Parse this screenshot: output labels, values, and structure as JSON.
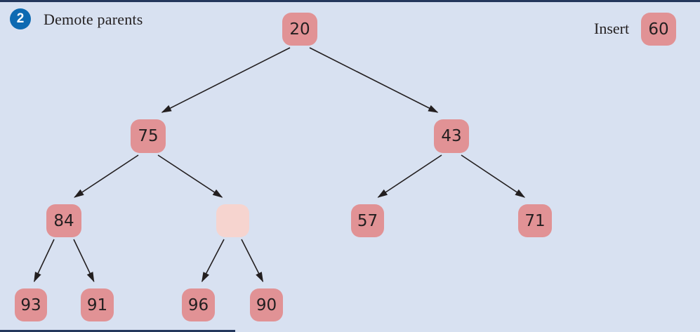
{
  "panel": {
    "step_number": "2",
    "step_label": "Demote parents",
    "insert_label": "Insert",
    "insert_value": "60"
  },
  "colors": {
    "background": "#d8e1f1",
    "node_fill": "#e19295",
    "node_empty_fill": "#f6d4cf",
    "badge_blue": "#0d6ab2",
    "border_navy": "#24375c",
    "text": "#231f20",
    "arrow": "#231f20"
  },
  "tree": {
    "nodes": [
      {
        "id": "n20",
        "value": "20"
      },
      {
        "id": "n75",
        "value": "75"
      },
      {
        "id": "n43",
        "value": "43"
      },
      {
        "id": "n84",
        "value": "84"
      },
      {
        "id": "nEmpty",
        "value": ""
      },
      {
        "id": "n57",
        "value": "57"
      },
      {
        "id": "n71",
        "value": "71"
      },
      {
        "id": "n93",
        "value": "93"
      },
      {
        "id": "n91",
        "value": "91"
      },
      {
        "id": "n96",
        "value": "96"
      },
      {
        "id": "n90",
        "value": "90"
      }
    ],
    "edges": [
      [
        "n20",
        "n75"
      ],
      [
        "n20",
        "n43"
      ],
      [
        "n75",
        "n84"
      ],
      [
        "n75",
        "nEmpty"
      ],
      [
        "n43",
        "n57"
      ],
      [
        "n43",
        "n71"
      ],
      [
        "n84",
        "n93"
      ],
      [
        "n84",
        "n91"
      ],
      [
        "nEmpty",
        "n96"
      ],
      [
        "nEmpty",
        "n90"
      ]
    ]
  }
}
